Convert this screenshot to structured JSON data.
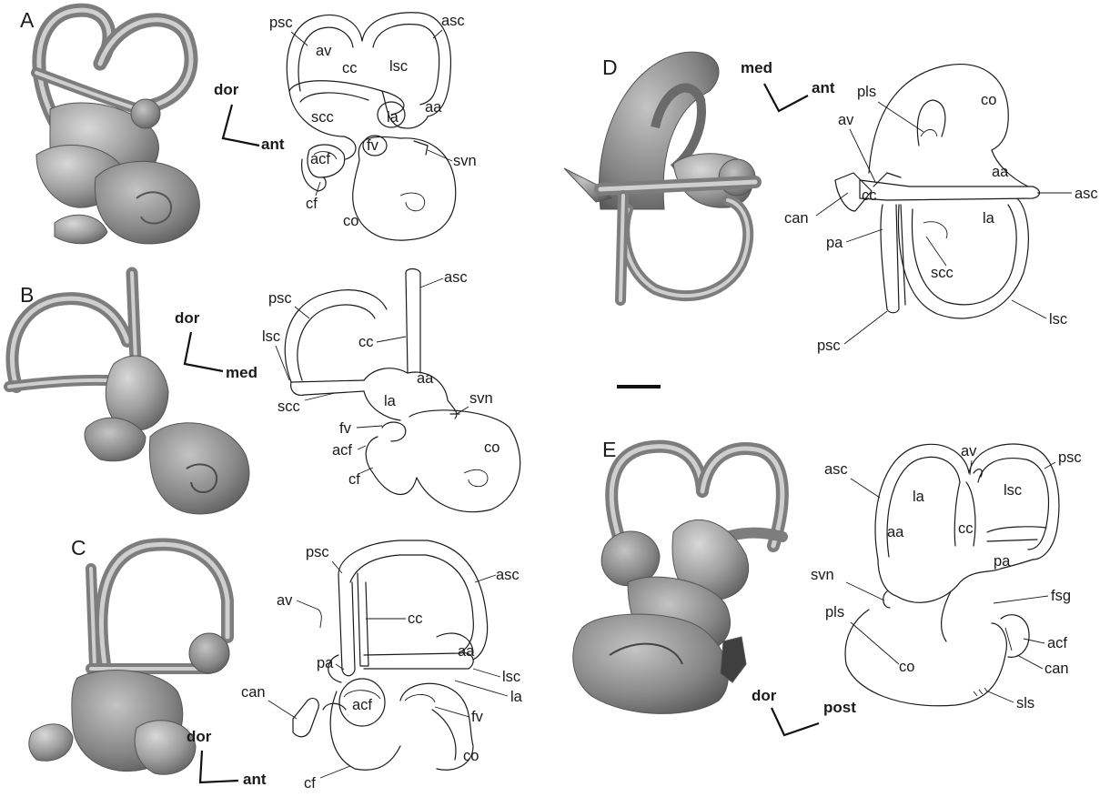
{
  "colors": {
    "ink": "#1a1a1a",
    "bone_light": "#c9c9c9",
    "bone_mid": "#9a9a9a",
    "bone_dark": "#5a5a5a",
    "background": "#ffffff"
  },
  "panels": {
    "A": {
      "letter": "A",
      "axis": {
        "vertical": "dor",
        "horizontal": "ant"
      },
      "labels": {
        "psc": "psc",
        "asc": "asc",
        "av": "av",
        "cc": "cc",
        "lsc": "lsc",
        "la": "la",
        "aa": "aa",
        "scc": "scc",
        "acf": "acf",
        "fv": "fv",
        "svn": "svn",
        "cf": "cf",
        "co": "co"
      }
    },
    "B": {
      "letter": "B",
      "axis": {
        "vertical": "dor",
        "horizontal": "med"
      },
      "labels": {
        "psc": "psc",
        "asc": "asc",
        "lsc": "lsc",
        "cc": "cc",
        "aa": "aa",
        "la": "la",
        "scc": "scc",
        "svn": "svn",
        "fv": "fv",
        "co": "co",
        "acf": "acf",
        "cf": "cf"
      }
    },
    "C": {
      "letter": "C",
      "axis": {
        "vertical": "dor",
        "horizontal": "ant"
      },
      "labels": {
        "psc": "psc",
        "asc": "asc",
        "av": "av",
        "cc": "cc",
        "aa": "aa",
        "pa": "pa",
        "lsc": "lsc",
        "la": "la",
        "can": "can",
        "fv": "fv",
        "acf": "acf",
        "co": "co",
        "cf": "cf"
      }
    },
    "D": {
      "letter": "D",
      "axis": {
        "vertical": "med",
        "horizontal": "ant"
      },
      "labels": {
        "pls": "pls",
        "co": "co",
        "av": "av",
        "aa": "aa",
        "asc": "asc",
        "cc": "cc",
        "la": "la",
        "can": "can",
        "pa": "pa",
        "scc": "scc",
        "lsc": "lsc",
        "psc": "psc"
      }
    },
    "E": {
      "letter": "E",
      "axis": {
        "vertical": "dor",
        "horizontal": "post"
      },
      "labels": {
        "av": "av",
        "asc": "asc",
        "psc": "psc",
        "la": "la",
        "lsc": "lsc",
        "aa": "aa",
        "cc": "cc",
        "pa": "pa",
        "svn": "svn",
        "fsg": "fsg",
        "pls": "pls",
        "acf": "acf",
        "can": "can",
        "co": "co",
        "sls": "sls"
      }
    }
  }
}
